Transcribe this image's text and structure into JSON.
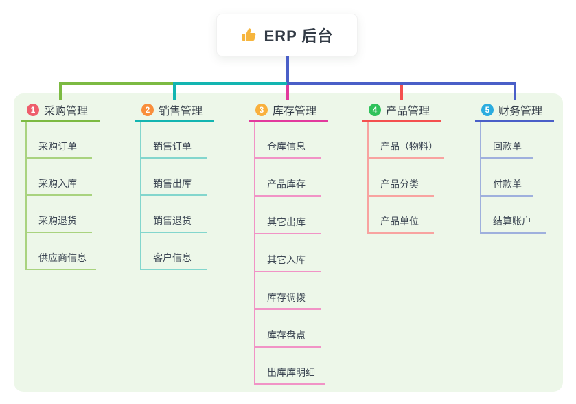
{
  "root": {
    "icon": "thumbs-up",
    "label": "ERP 后台"
  },
  "canvas": {
    "panel_bg": "#edf7e9",
    "root_line_color": "#4a5fc8"
  },
  "branches": [
    {
      "badge": "1",
      "label": "采购管理",
      "colors": {
        "badge": "#ee5d6c",
        "line": "#7cba42",
        "child_line": "#a9d37f"
      },
      "children": [
        "采购订单",
        "采购入库",
        "采购退货",
        "供应商信息"
      ]
    },
    {
      "badge": "2",
      "label": "销售管理",
      "colors": {
        "badge": "#f98e3c",
        "line": "#13b5b1",
        "child_line": "#83d6cd"
      },
      "children": [
        "销售订单",
        "销售出库",
        "销售退货",
        "客户信息"
      ]
    },
    {
      "badge": "3",
      "label": "库存管理",
      "colors": {
        "badge": "#f9b03d",
        "line": "#e23a9d",
        "child_line": "#f193c6"
      },
      "children": [
        "仓库信息",
        "产品库存",
        "其它出库",
        "其它入库",
        "库存调拨",
        "库存盘点",
        "出库库明细"
      ]
    },
    {
      "badge": "4",
      "label": "产品管理",
      "colors": {
        "badge": "#2fc25b",
        "line": "#f4504f",
        "child_line": "#f8a3a0"
      },
      "children": [
        "产品（物料）",
        "产品分类",
        "产品单位"
      ]
    },
    {
      "badge": "5",
      "label": "财务管理",
      "colors": {
        "badge": "#2bacdf",
        "line": "#4a5fc8",
        "child_line": "#9fb0dd"
      },
      "children": [
        "回款单",
        "付款单",
        "结算账户"
      ]
    }
  ]
}
